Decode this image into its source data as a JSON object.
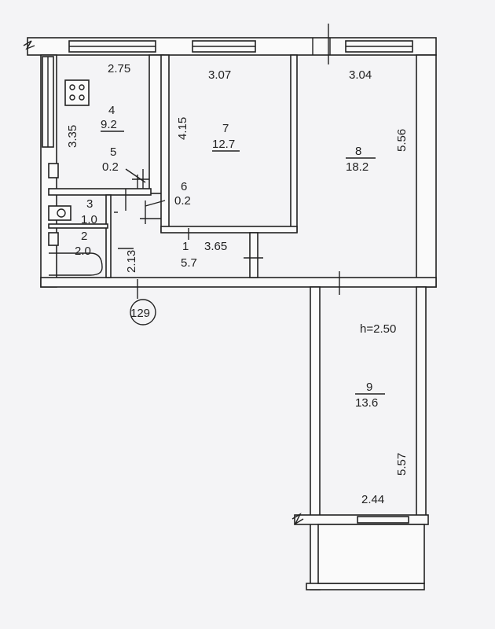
{
  "plan": {
    "rooms": [
      {
        "number": "1",
        "area": "5.7"
      },
      {
        "number": "2",
        "area": "2.0"
      },
      {
        "number": "3",
        "area": "1.0"
      },
      {
        "number": "4",
        "area": "9.2"
      },
      {
        "number": "5",
        "area": "0.2"
      },
      {
        "number": "6",
        "area": "0.2"
      },
      {
        "number": "7",
        "area": "12.7"
      },
      {
        "number": "8",
        "area": "18.2"
      },
      {
        "number": "9",
        "area": "13.6"
      }
    ],
    "dimensions": {
      "kitchen_width": "2.75",
      "kitchen_depth": "3.35",
      "room7_width": "3.07",
      "room7_depth": "4.15",
      "room8_width": "3.04",
      "room8_depth": "5.56",
      "hall_width": "3.65",
      "hall_depth": "2.13",
      "room9_width": "2.44",
      "room9_depth": "5.57"
    },
    "ceiling_height": "h=2.50",
    "apartment_number": "129"
  }
}
